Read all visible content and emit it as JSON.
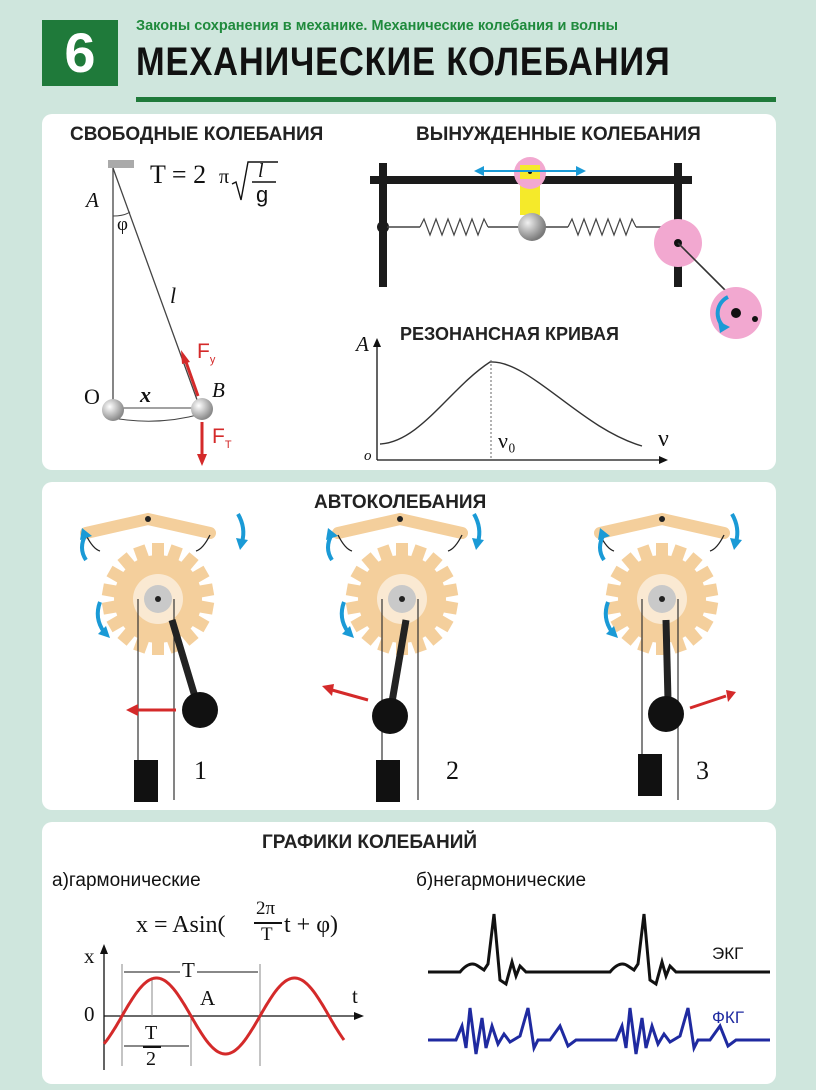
{
  "header": {
    "number": "6",
    "subtitle": "Законы сохранения в механике. Механические колебания и волны",
    "title": "МЕХАНИЧЕСКИЕ КОЛЕБАНИЯ"
  },
  "free": {
    "heading": "СВОБОДНЫЕ КОЛЕБАНИЯ",
    "formula_lhs": "T = 2",
    "formula_pi": "π",
    "formula_num": "l",
    "formula_den": "g",
    "point_a": "A",
    "angle": "φ",
    "length": "l",
    "point_o": "O",
    "displacement": "x",
    "point_b": "B",
    "force_elastic": "F",
    "force_elastic_sub": "у",
    "force_gravity": "F",
    "force_gravity_sub": "Т"
  },
  "forced": {
    "heading": "ВЫНУЖДЕННЫЕ  КОЛЕБАНИЯ"
  },
  "resonance": {
    "heading": "РЕЗОНАНСНАЯ КРИВАЯ",
    "y_axis": "A",
    "origin": "o",
    "peak_label": "ν₀",
    "x_axis": "ν"
  },
  "auto": {
    "heading": "АВТОКОЛЕБАНИЯ",
    "labels": [
      "1",
      "2",
      "3"
    ]
  },
  "graphs": {
    "heading": "ГРАФИКИ КОЛЕБАНИЙ",
    "harmonic_label": "а)гармонические",
    "anharmonic_label": "б)негармонические",
    "formula_a": "x = Asin(",
    "formula_num": "2π",
    "formula_den": "T",
    "formula_b": "t + φ)",
    "x_axis": "x",
    "t_axis": "t",
    "zero": "0",
    "period": "T",
    "amplitude": "A",
    "half_num": "T",
    "half_den": "2",
    "ecg": "ЭКГ",
    "pcg": "ФКГ",
    "colors": {
      "sine": "#d42a2a",
      "ecg": "#111111",
      "pcg": "#1f2aa0"
    }
  },
  "colors": {
    "brand": "#1f7a3a",
    "subtitle": "#1f8a3c",
    "gear": "#f4cf9c",
    "pink": "#f2a8d0",
    "arrow_blue": "#1a9ad6",
    "force_red": "#d42a2a"
  }
}
